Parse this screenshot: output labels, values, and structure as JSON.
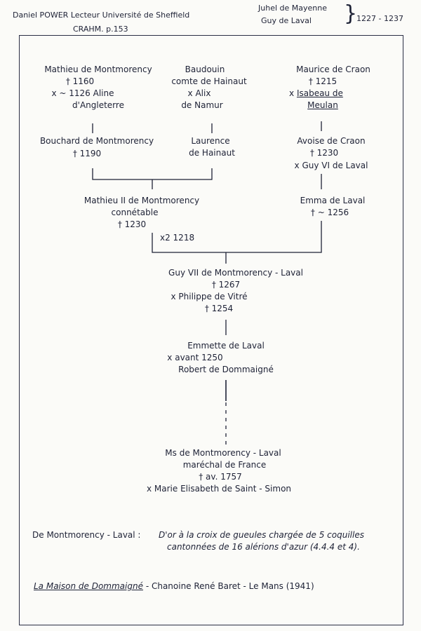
{
  "header": {
    "author": "Daniel POWER Lecteur Université de Sheffield",
    "reference": "CRAHM. p.153",
    "note_line1": "Juhel de Mayenne",
    "note_line2": "Guy de Laval",
    "note_dates": "1227 - 1237"
  },
  "tree": {
    "gen1": {
      "mathieu": {
        "name": "Mathieu de Montmorency",
        "death": "† 1160",
        "spouse": "x ~ 1126 Aline",
        "spouse_2": "d'Angleterre"
      },
      "baudouin": {
        "name": "Baudouin",
        "title": "comte de Hainaut",
        "spouse": "x Alix",
        "spouse_2": "de Namur"
      },
      "maurice": {
        "name": "Maurice de Craon",
        "death": "† 1215",
        "spouse_prefix": "x",
        "spouse": "Isabeau de",
        "spouse_2": "Meulan"
      }
    },
    "gen2": {
      "bouchard": {
        "name": "Bouchard de Montmorency",
        "death": "† 1190"
      },
      "laurence": {
        "name": "Laurence",
        "name_2": "de Hainaut"
      },
      "avoise": {
        "name": "Avoise de Craon",
        "death": "† 1230",
        "spouse": "x Guy VI de Laval"
      }
    },
    "gen3": {
      "mathieu2": {
        "name": "Mathieu II de Montmorency",
        "title": "connétable",
        "death": "† 1230"
      },
      "emma": {
        "name": "Emma de Laval",
        "death": "† ~ 1256"
      },
      "marriage": "x2 1218"
    },
    "gen4": {
      "guy7": {
        "name": "Guy VII de Montmorency - Laval",
        "death": "† 1267",
        "spouse": "x Philippe de Vitré",
        "spouse_death": "† 1254"
      }
    },
    "gen5": {
      "emmette": {
        "name": "Emmette de Laval",
        "spouse": "x avant 1250",
        "spouse_2": "Robert de Dommaigné"
      }
    },
    "gen6": {
      "marechal": {
        "name": "Ms de Montmorency - Laval",
        "title": "maréchal de France",
        "death": "† av. 1757",
        "spouse": "x Marie Elisabeth de Saint - Simon"
      }
    }
  },
  "blazon": {
    "label": "De Montmorency - Laval :",
    "text_1": "D'or à la croix de gueules chargée de 5 coquilles",
    "text_2": "cantonnées de 16 alérions d'azur (4.4.4 et 4)."
  },
  "source": {
    "title": "La Maison de Dommaigné",
    "rest": "- Chanoine René Baret - Le Mans (1941)"
  }
}
